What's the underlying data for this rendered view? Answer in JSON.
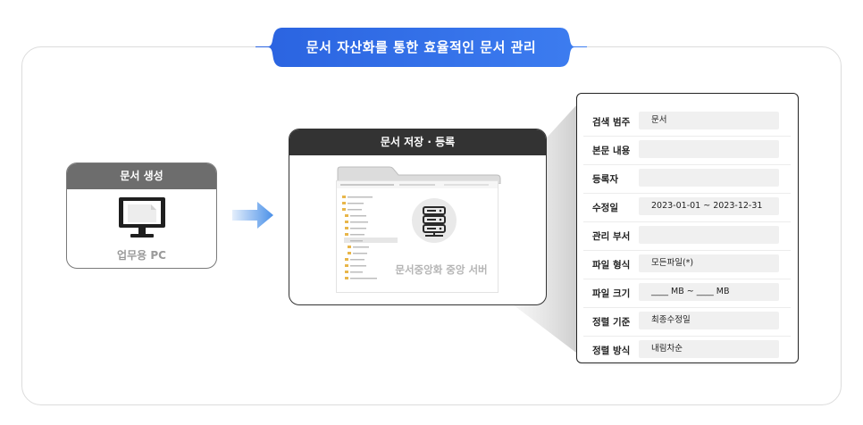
{
  "title": "문서 자산화를 통한 효율적인 문서 관리",
  "pc_card": {
    "header": "문서 생성",
    "label": "업무용 PC",
    "icon": "monitor-document-icon"
  },
  "flow_arrow_icon": "arrow-right-icon",
  "server_card": {
    "header": "문서 저장 · 등록",
    "label": "문서중앙화 중앙 서버",
    "icon": "server-icon"
  },
  "search_panel": {
    "rows": [
      {
        "label": "검색 범주",
        "value": "문서"
      },
      {
        "label": "본문 내용",
        "value": ""
      },
      {
        "label": "등록자",
        "value": ""
      },
      {
        "label": "수정일",
        "value": "2023-01-01 ~ 2023-12-31"
      },
      {
        "label": "관리 부서",
        "value": ""
      },
      {
        "label": "파일 형식",
        "value": "모든파일(*)"
      },
      {
        "label": "파일 크기",
        "value": "____ MB ~ ____ MB"
      },
      {
        "label": "정렬 기준",
        "value": "최종수정일"
      },
      {
        "label": "정렬 방식",
        "value": "내림차순"
      }
    ]
  },
  "colors": {
    "title_blue": "#2f6fe8",
    "arrow_blue": "#4a90e8",
    "pc_header": "#6d6d6d",
    "server_header": "#333333"
  }
}
